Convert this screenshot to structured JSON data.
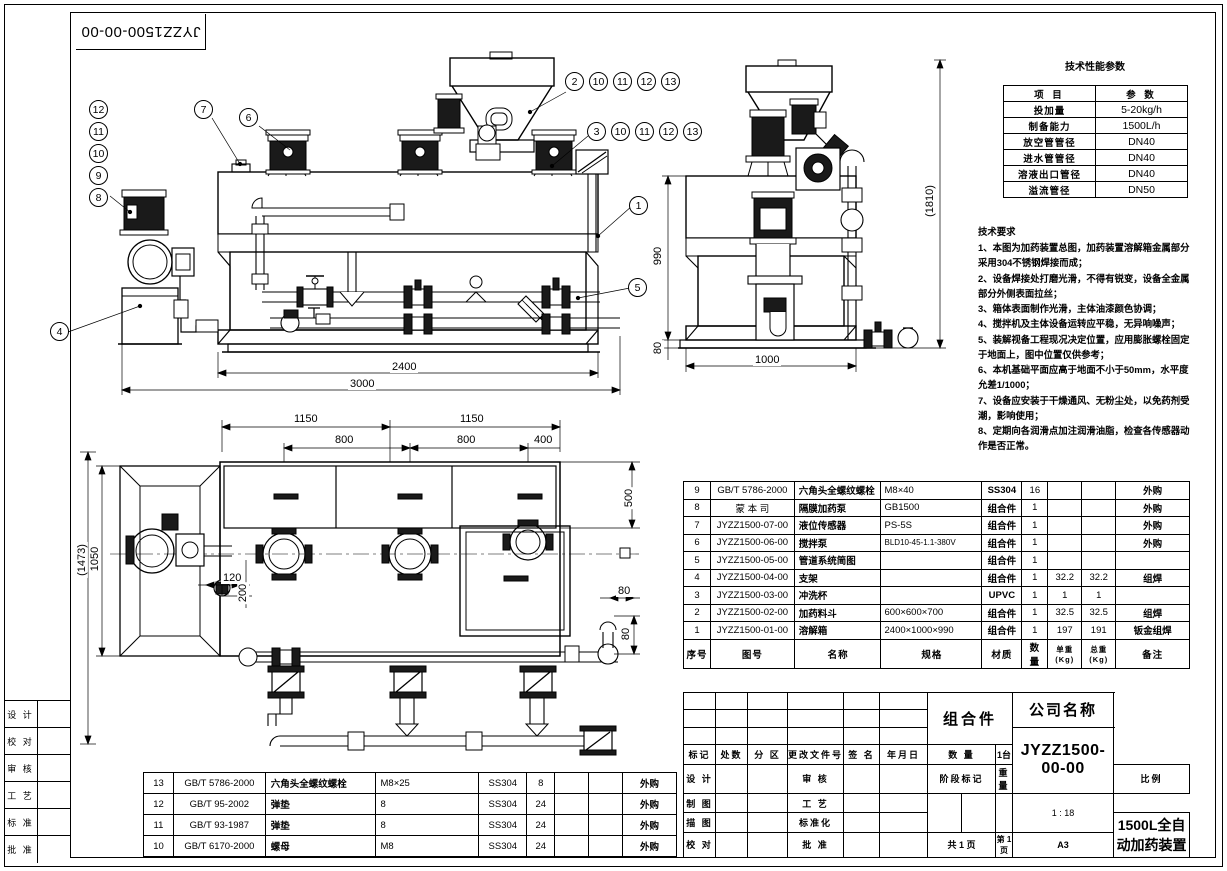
{
  "sheet": {
    "drawing_number_strip": "JYZZ1500-00-00"
  },
  "left_margin_signatures": [
    "设 计",
    "校 对",
    "审 核",
    "工 艺",
    "标 准",
    "批 准"
  ],
  "tech_params": {
    "title": "技术性能参数",
    "header": [
      "项    目",
      "参    数"
    ],
    "rows": [
      [
        "投加量",
        "5-20kg/h"
      ],
      [
        "制备能力",
        "1500L/h"
      ],
      [
        "放空管管径",
        "DN40"
      ],
      [
        "进水管管径",
        "DN40"
      ],
      [
        "溶液出口管径",
        "DN40"
      ],
      [
        "溢流管径",
        "DN50"
      ]
    ]
  },
  "tech_requirements": {
    "title": "技术要求",
    "items": [
      "1、本图为加药装置总图，加药装置溶解箱金属部分采用304不锈钢焊接而成；",
      "2、设备焊接处打磨光滑，不得有锐变，设备全金属部分外侧表面拉丝；",
      "3、箱体表面制作光滑，主体油漆颜色协调；",
      "4、搅拌机及主体设备运转应平稳，无异响噪声；",
      "5、装解视备工程现况决定位置，应用膨胀螺栓固定于地面上，图中位置仅供参考；",
      "6、本机基础平面应高于地面不小于50mm，水平度允差1/1000；",
      "7、设备应安装于干燥通风、无粉尘处，以免药剂受潮，影响使用；",
      "8、定期向各润滑点加注润滑油脂，检查各传感器动作是否正常。"
    ]
  },
  "bom_main": {
    "headers": [
      "序号",
      "图号",
      "名称",
      "规格",
      "材质",
      "数量",
      "单重 (Kg)",
      "总重 (Kg)",
      "备注"
    ],
    "rows": [
      [
        "9",
        "GB/T 5786-2000",
        "六角头全螺纹螺栓",
        "M8×40",
        "SS304",
        "16",
        "",
        "",
        "外购"
      ],
      [
        "8",
        "蒙  本  司",
        "隔膜加药泵",
        "GB1500",
        "组合件",
        "1",
        "",
        "",
        "外购"
      ],
      [
        "7",
        "JYZZ1500-07-00",
        "液位传感器",
        "PS-5S",
        "组合件",
        "1",
        "",
        "",
        "外购"
      ],
      [
        "6",
        "JYZZ1500-06-00",
        "搅拌泵",
        "BLD10-45-1.1-380V",
        "组合件",
        "1",
        "",
        "",
        "外购"
      ],
      [
        "5",
        "JYZZ1500-05-00",
        "管道系统简图",
        "",
        "组合件",
        "1",
        "",
        "",
        ""
      ],
      [
        "4",
        "JYZZ1500-04-00",
        "支架",
        "",
        "组合件",
        "1",
        "32.2",
        "32.2",
        "组焊"
      ],
      [
        "3",
        "JYZZ1500-03-00",
        "冲洗杯",
        "",
        "UPVC",
        "1",
        "1",
        "1",
        ""
      ],
      [
        "2",
        "JYZZ1500-02-00",
        "加药料斗",
        "600×600×700",
        "组合件",
        "1",
        "32.5",
        "32.5",
        "组焊"
      ],
      [
        "1",
        "JYZZ1500-01-00",
        "溶解箱",
        "2400×1000×990",
        "组合件",
        "1",
        "197",
        "191",
        "钣金组焊"
      ]
    ]
  },
  "bom_left": {
    "rows": [
      [
        "13",
        "GB/T 5786-2000",
        "六角头全螺纹螺栓",
        "M8×25",
        "SS304",
        "8",
        "",
        "",
        "外购"
      ],
      [
        "12",
        "GB/T 95-2002",
        "弹垫",
        "8",
        "SS304",
        "24",
        "",
        "",
        "外购"
      ],
      [
        "11",
        "GB/T 93-1987",
        "弹垫",
        "8",
        "SS304",
        "24",
        "",
        "",
        "外购"
      ],
      [
        "10",
        "GB/T 6170-2000",
        "螺母",
        "M8",
        "SS304",
        "24",
        "",
        "",
        "外购"
      ]
    ]
  },
  "title_block": {
    "rev_headers": [
      "标记",
      "处数",
      "分 区",
      "更改文件号",
      "签 名",
      "年月日"
    ],
    "sig_rows": [
      [
        "设 计",
        "审 核"
      ],
      [
        "制 图",
        "工 艺"
      ],
      [
        "描 图",
        "标准化"
      ],
      [
        "校 对",
        "批 准"
      ]
    ],
    "assembly_label": "组合件",
    "quantity_label": "数    量",
    "quantity_value": "1台",
    "stage_mark_label": "阶段标记",
    "weight_label": "重量",
    "scale_label": "比例",
    "scale_value": "1 : 18",
    "pages_total_label": "共  1  页",
    "pages_current_label": "第  1  页",
    "sheet_size": "A3",
    "company_name": "公司名称",
    "drawing_number": "JYZZ1500-00-00",
    "drawing_name": "1500L全自动加药装置"
  },
  "callouts": {
    "front_view": [
      "12",
      "11",
      "10",
      "9",
      "8",
      "7",
      "6",
      "4",
      "2",
      "10",
      "11",
      "12",
      "13",
      "3",
      "10",
      "11",
      "12",
      "13",
      "1",
      "5"
    ]
  },
  "dimensions": {
    "front_view": [
      "2400",
      "3000"
    ],
    "side_view": [
      "1000",
      "990",
      "80",
      "(1810)"
    ],
    "plan_view": [
      "1150",
      "1150",
      "800",
      "800",
      "400",
      "1050",
      "(1473)",
      "500",
      "120",
      "200",
      "80",
      "80"
    ]
  }
}
